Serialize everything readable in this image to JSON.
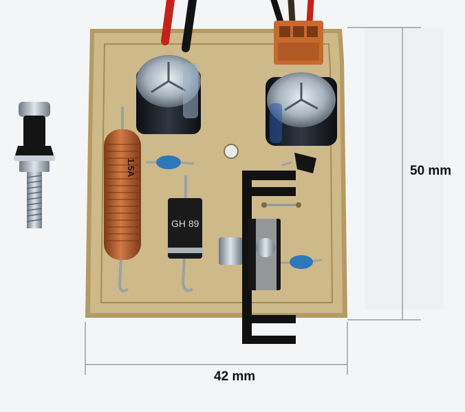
{
  "dimensions": {
    "height_label": "50 mm",
    "width_label": "42 mm"
  },
  "components": {
    "fuse_marking": "1.5A",
    "diode_marking": "GH 89"
  },
  "colors": {
    "background": "#f4f5f7",
    "pcb": "#cdb98a",
    "pcb_edge": "#b59a63",
    "capacitor_body": "#1d2127",
    "fuse_body": "#b8612f",
    "diode_body": "#1a1a1a",
    "ceramic_cap": "#2d78b8",
    "heatsink": "#111111",
    "wire_red": "#c5221b",
    "wire_black": "#121212",
    "connector": "#c9692f",
    "measure_line": "#8a8a8a"
  }
}
